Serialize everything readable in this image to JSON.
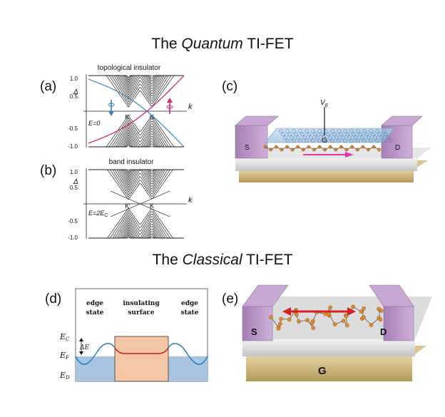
{
  "titles": {
    "quantum_pre": "The ",
    "quantum_em": "Quantum",
    "quantum_post": " TI-FET",
    "classical_pre": "The ",
    "classical_em": "Classical",
    "classical_post": " TI-FET"
  },
  "panels": {
    "a": "(a)",
    "b": "(b)",
    "c": "(c)",
    "d": "(d)",
    "e": "(e)"
  },
  "panel_a": {
    "header": "topological insulator",
    "ylabel": "Δ",
    "xlabel": "k",
    "energy": "E=0",
    "yticks": [
      "1.0",
      "0.5",
      "-0.5",
      "-1.0"
    ],
    "kpoints": [
      "K'",
      "K"
    ]
  },
  "panel_b": {
    "header": "band insulator",
    "ylabel": "Δ",
    "xlabel": "k",
    "energy": "E=2E",
    "energy_sub": "C",
    "yticks": [
      "1.0",
      "0.5",
      "-0.5",
      "-1.0"
    ],
    "kpoints": [
      "K'",
      "K"
    ]
  },
  "panel_c": {
    "gate_voltage": "V",
    "gate_sub": "g",
    "gate": "G",
    "source": "S",
    "drain": "D"
  },
  "panel_d": {
    "left_label": [
      "edge",
      "state"
    ],
    "center_label": [
      "insulating",
      "surface"
    ],
    "right_label": [
      "edge",
      "state"
    ],
    "levels": [
      {
        "sym": "E",
        "sub": "C"
      },
      {
        "sym": "E",
        "sub": "F"
      },
      {
        "sym": "E",
        "sub": "D"
      }
    ],
    "delta": "ΔE"
  },
  "panel_e": {
    "source": "S",
    "drain": "D",
    "gate": "G"
  },
  "colors": {
    "blue_band": "#4a90c8",
    "magenta_band": "#d0287a",
    "electrode": "#b48ac0",
    "gate_gold": "#c8b070",
    "filled_blue": "#a9c4e0",
    "filled_orange": "#f5c6a5",
    "red_arrow": "#d42020"
  }
}
